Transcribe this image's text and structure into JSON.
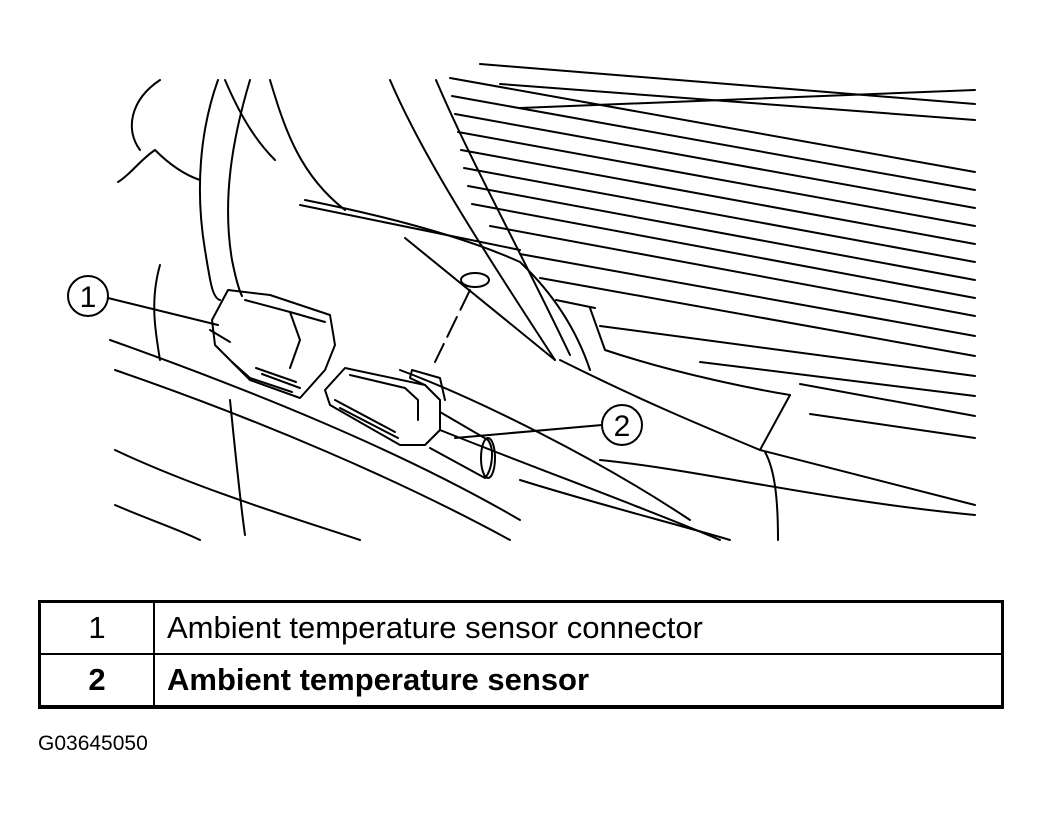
{
  "callouts": [
    {
      "number": "1"
    },
    {
      "number": "2"
    }
  ],
  "legend": {
    "rows": [
      {
        "number": "1",
        "description": "Ambient temperature sensor connector"
      },
      {
        "number": "2",
        "description": "Ambient temperature sensor"
      }
    ]
  },
  "figure_id": "G03645050"
}
